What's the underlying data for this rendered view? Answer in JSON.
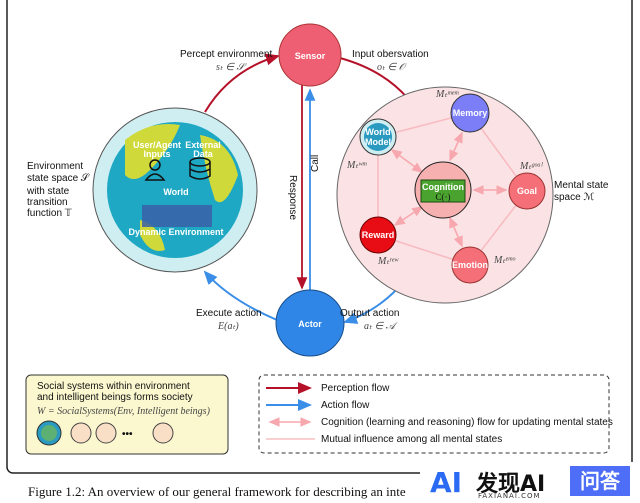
{
  "nodes": {
    "sensor": "Sensor",
    "actor": "Actor",
    "world": "World",
    "user_inputs": [
      "User/Agent",
      "Inputs"
    ],
    "external_data": [
      "External",
      "Data"
    ],
    "dynamic_env": "Dynamic Environment",
    "memory": "Memory",
    "world_model": [
      "World",
      "Model"
    ],
    "cognition": "Cognition",
    "cognition_fn": "C(·)",
    "goal": "Goal",
    "reward": "Reward",
    "emotion": "Emotion"
  },
  "labels": {
    "percept": "Percept environment",
    "percept_math": "sₜ ∈ 𝒮",
    "input_obs": "Input obersvation",
    "input_obs_math": "oₜ ∈ 𝒪",
    "env_state": [
      "Environment",
      "state space 𝒮",
      "with state",
      "transition",
      "function 𝕋"
    ],
    "mental_state": [
      "Mental state",
      "space ℳ"
    ],
    "response": "Response",
    "call": "Call",
    "execute": "Execute action",
    "execute_math": "E(aₜ)",
    "output": "Output action",
    "output_math": "aₜ ∈ 𝒜",
    "m_mem": "Mₜᵐᵉᵐ",
    "m_wm": "Mₜʷᵐ",
    "m_goal": "Mₜᵍᵒᵃˡ",
    "m_rew": "Mₜʳᵉʷ",
    "m_emo": "Mₜᵉᵐᵒ"
  },
  "society": {
    "title": [
      "Social systems within environment",
      "and intelligent beings forms society"
    ],
    "formula": "W = SocialSystems(Env, Intelligent beings)",
    "ellipsis": "•••"
  },
  "legend": [
    {
      "label": "Perception flow",
      "color": "#b5122a"
    },
    {
      "label": "Action flow",
      "color": "#3b8ee8"
    },
    {
      "label": "Cognition (learning and reasoning) flow for updating mental states",
      "color": "#f7b3b8"
    },
    {
      "label": "Mutual influence among all mental states",
      "color": "#f7c0c4"
    }
  ],
  "caption": "Figure 1.2: An overview of our general framework for describing an inte",
  "watermark": {
    "logo": "AI",
    "name": "发现AI",
    "domain": "FAXIANAI.COM",
    "badge": "问答"
  },
  "colors": {
    "sensor": "#ef5f74",
    "actor": "#2f86e6",
    "memory": "#7b7ef7",
    "goal": "#f46f77",
    "reward": "#e80d15",
    "emotion": "#f46f77",
    "cognition": "#4aa32e",
    "mental_bg": "#fbe3e5",
    "perception": "#b5122a",
    "action": "#3b8ee8"
  }
}
